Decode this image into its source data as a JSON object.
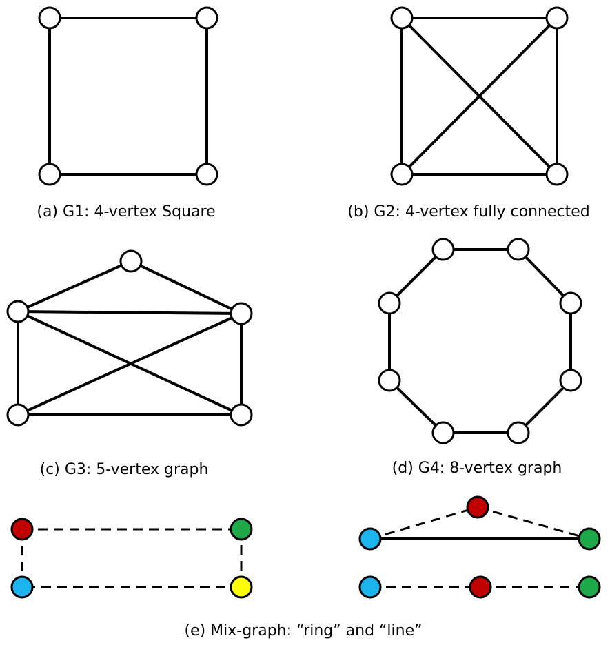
{
  "panels": [
    {
      "id": "g1",
      "caption": "(a) G1: 4-vertex Square",
      "nodes": [
        {
          "id": "tl",
          "color": "#ffffff"
        },
        {
          "id": "tr",
          "color": "#ffffff"
        },
        {
          "id": "bl",
          "color": "#ffffff"
        },
        {
          "id": "br",
          "color": "#ffffff"
        }
      ],
      "edges": [
        {
          "from": "tl",
          "to": "tr",
          "style": "solid"
        },
        {
          "from": "tr",
          "to": "br",
          "style": "solid"
        },
        {
          "from": "br",
          "to": "bl",
          "style": "solid"
        },
        {
          "from": "bl",
          "to": "tl",
          "style": "solid"
        }
      ]
    },
    {
      "id": "g2",
      "caption": "(b) G2: 4-vertex fully connected",
      "nodes": [
        {
          "id": "tl",
          "color": "#ffffff"
        },
        {
          "id": "tr",
          "color": "#ffffff"
        },
        {
          "id": "bl",
          "color": "#ffffff"
        },
        {
          "id": "br",
          "color": "#ffffff"
        }
      ],
      "edges": [
        {
          "from": "tl",
          "to": "tr",
          "style": "solid"
        },
        {
          "from": "tr",
          "to": "br",
          "style": "solid"
        },
        {
          "from": "br",
          "to": "bl",
          "style": "solid"
        },
        {
          "from": "bl",
          "to": "tl",
          "style": "solid"
        },
        {
          "from": "tl",
          "to": "br",
          "style": "solid"
        },
        {
          "from": "tr",
          "to": "bl",
          "style": "solid"
        }
      ]
    },
    {
      "id": "g3",
      "caption": "(c) G3: 5-vertex graph",
      "nodes": [
        {
          "id": "top",
          "color": "#ffffff"
        },
        {
          "id": "ml",
          "color": "#ffffff"
        },
        {
          "id": "mr",
          "color": "#ffffff"
        },
        {
          "id": "bl",
          "color": "#ffffff"
        },
        {
          "id": "br",
          "color": "#ffffff"
        }
      ],
      "edges": [
        {
          "from": "top",
          "to": "ml",
          "style": "solid"
        },
        {
          "from": "top",
          "to": "mr",
          "style": "solid"
        },
        {
          "from": "ml",
          "to": "mr",
          "style": "solid"
        },
        {
          "from": "ml",
          "to": "bl",
          "style": "solid"
        },
        {
          "from": "mr",
          "to": "br",
          "style": "solid"
        },
        {
          "from": "bl",
          "to": "br",
          "style": "solid"
        },
        {
          "from": "ml",
          "to": "br",
          "style": "solid"
        },
        {
          "from": "mr",
          "to": "bl",
          "style": "solid"
        }
      ]
    },
    {
      "id": "g4",
      "caption": "(d) G4: 8-vertex graph",
      "nodes": [
        {
          "id": "n1",
          "color": "#ffffff"
        },
        {
          "id": "n2",
          "color": "#ffffff"
        },
        {
          "id": "n3",
          "color": "#ffffff"
        },
        {
          "id": "n4",
          "color": "#ffffff"
        },
        {
          "id": "n5",
          "color": "#ffffff"
        },
        {
          "id": "n6",
          "color": "#ffffff"
        },
        {
          "id": "n7",
          "color": "#ffffff"
        },
        {
          "id": "n8",
          "color": "#ffffff"
        }
      ],
      "edges": [
        {
          "from": "n1",
          "to": "n2",
          "style": "solid"
        },
        {
          "from": "n2",
          "to": "n3",
          "style": "solid"
        },
        {
          "from": "n3",
          "to": "n4",
          "style": "solid"
        },
        {
          "from": "n4",
          "to": "n5",
          "style": "solid"
        },
        {
          "from": "n5",
          "to": "n6",
          "style": "solid"
        },
        {
          "from": "n6",
          "to": "n7",
          "style": "solid"
        },
        {
          "from": "n7",
          "to": "n8",
          "style": "solid"
        },
        {
          "from": "n8",
          "to": "n1",
          "style": "solid"
        }
      ]
    },
    {
      "id": "ring",
      "caption": "",
      "nodes": [
        {
          "id": "r_red",
          "color": "#c00000"
        },
        {
          "id": "r_green",
          "color": "#1ea84a"
        },
        {
          "id": "r_blue",
          "color": "#1cb4ec"
        },
        {
          "id": "r_yellow",
          "color": "#ffff00"
        }
      ],
      "edges": [
        {
          "from": "r_red",
          "to": "r_green",
          "style": "dashed"
        },
        {
          "from": "r_green",
          "to": "r_yellow",
          "style": "dashed"
        },
        {
          "from": "r_yellow",
          "to": "r_blue",
          "style": "dashed"
        },
        {
          "from": "r_blue",
          "to": "r_red",
          "style": "dashed"
        }
      ]
    },
    {
      "id": "triangle",
      "caption": "",
      "nodes": [
        {
          "id": "t_red",
          "color": "#c00000"
        },
        {
          "id": "t_blue",
          "color": "#1cb4ec"
        },
        {
          "id": "t_green",
          "color": "#1ea84a"
        }
      ],
      "edges": [
        {
          "from": "t_blue",
          "to": "t_red",
          "style": "dashed"
        },
        {
          "from": "t_red",
          "to": "t_green",
          "style": "dashed"
        },
        {
          "from": "t_blue",
          "to": "t_green",
          "style": "solid"
        }
      ]
    },
    {
      "id": "line",
      "caption": "",
      "nodes": [
        {
          "id": "l_blue",
          "color": "#1cb4ec"
        },
        {
          "id": "l_red",
          "color": "#c00000"
        },
        {
          "id": "l_green",
          "color": "#1ea84a"
        }
      ],
      "edges": [
        {
          "from": "l_blue",
          "to": "l_red",
          "style": "dashed"
        },
        {
          "from": "l_red",
          "to": "l_green",
          "style": "dashed"
        }
      ]
    }
  ],
  "footer_caption": "(e) Mix-graph: “ring” and “line”"
}
